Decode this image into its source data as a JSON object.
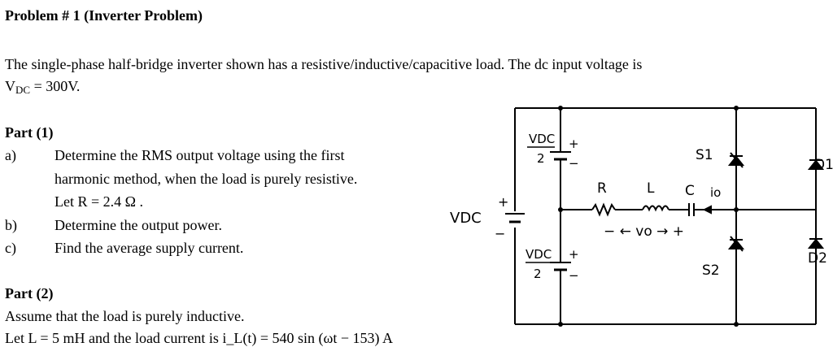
{
  "title": "Problem # 1 (Inverter Problem)",
  "intro": {
    "line1": "The single-phase half-bridge inverter shown has a resistive/inductive/capacitive load.  The dc input voltage is",
    "line2_prefix": "V",
    "line2_sub": "DC",
    "line2_suffix": " = 300V."
  },
  "part1": {
    "heading": "Part (1)",
    "items": [
      {
        "label": "a)",
        "lines": [
          "Determine the RMS output voltage using the first",
          "harmonic method, when the load is purely resistive.",
          "Let R = 2.4 Ω ."
        ]
      },
      {
        "label": "b)",
        "lines": [
          "Determine the output power."
        ]
      },
      {
        "label": "c)",
        "lines": [
          "Find the average supply current."
        ]
      }
    ]
  },
  "part2": {
    "heading": "Part (2)",
    "line1": "Assume that the load is purely inductive.",
    "line2_partial": "Let L = 5 mH and the load current is i_L(t) = 540 sin (ωt − 153) A"
  },
  "circuit": {
    "vdc_top_num": "VDC",
    "vdc_top_den": "2",
    "vdc_bot_num": "VDC",
    "vdc_bot_den": "2",
    "vdc_main": "VDC",
    "plus": "+",
    "minus": "−",
    "R": "R",
    "L": "L",
    "C": "C",
    "io": "io",
    "vo": "− ← vo → +",
    "S1": "S1",
    "S2": "S2",
    "D1": "D1",
    "D2": "D2"
  }
}
